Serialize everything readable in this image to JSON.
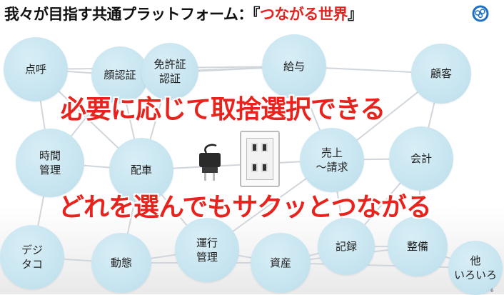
{
  "header": {
    "title_main": "我々が目指す共通プラットフォーム：『",
    "title_accent": "つながる世界",
    "title_end": "』",
    "logo_icon": "circular-nodes-logo-icon"
  },
  "colors": {
    "accent": "#e4231f",
    "node": "#c4e3ef",
    "edge": "#d0d6dc"
  },
  "nodes": [
    {
      "id": "tenko",
      "label": "点呼"
    },
    {
      "id": "face",
      "label": "顔認証"
    },
    {
      "id": "license",
      "label": "免許証\n認証"
    },
    {
      "id": "salary",
      "label": "給与"
    },
    {
      "id": "customer",
      "label": "顧客"
    },
    {
      "id": "time",
      "label": "時間\n管理"
    },
    {
      "id": "dispatch",
      "label": "配車"
    },
    {
      "id": "sales",
      "label": "売上\n～請求"
    },
    {
      "id": "accounting",
      "label": "会計"
    },
    {
      "id": "operation",
      "label": "運行\n管理"
    },
    {
      "id": "record",
      "label": "記録"
    },
    {
      "id": "maintenance",
      "label": "整備"
    },
    {
      "id": "digitaco",
      "label": "デジ\nタコ"
    },
    {
      "id": "motion",
      "label": "動態"
    },
    {
      "id": "assets",
      "label": "資産"
    },
    {
      "id": "others",
      "label": "他\nいろいろ"
    }
  ],
  "banners": {
    "top": "必要に応じて取捨選択できる",
    "bottom": "どれを選んでもサクッとつながる"
  },
  "illustration": {
    "plug_icon": "power-plug-icon",
    "outlet_icon": "wall-outlet-icon"
  },
  "page_number": "6"
}
